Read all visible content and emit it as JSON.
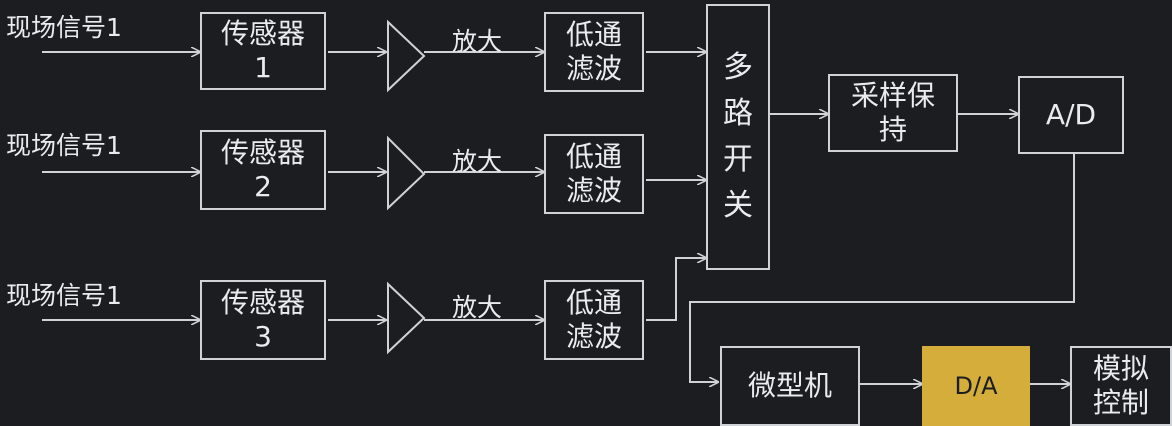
{
  "signals": [
    "现场信号1",
    "现场信号1",
    "现场信号1"
  ],
  "sensors": [
    "传感器\n1",
    "传感器\n2",
    "传感器\n3"
  ],
  "amp_label": "放大",
  "filter_label": "低通\n滤波",
  "mux_label": "多\n路\n开\n关",
  "sample_hold_label": "采样保\n持",
  "ad_label": "A/D",
  "micro_label": "微型机",
  "da_label": "D/A",
  "analog_label": "模拟\n控制",
  "colors": {
    "background": "#1b1d21",
    "line": "#cfd2d6",
    "text": "#e9ebee",
    "da_fill": "#d4ad3b"
  }
}
